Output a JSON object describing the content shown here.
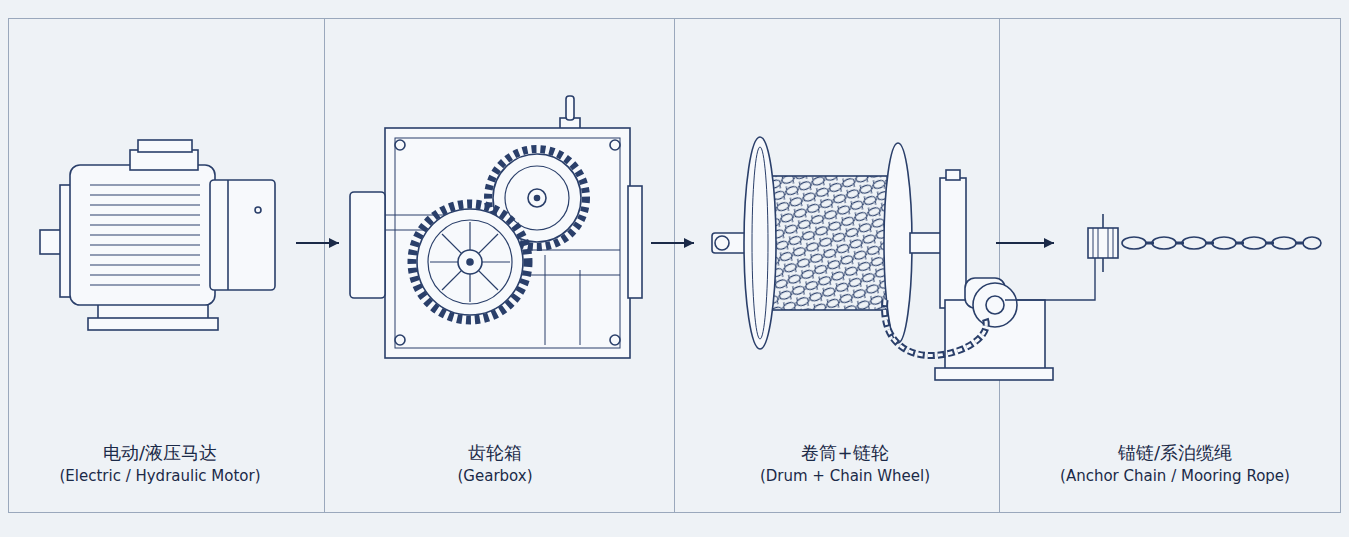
{
  "diagram": {
    "nodes": [
      {
        "text": [
          "电动/液压马达",
          "(Electric / Hydraulic Motor)"
        ]
      },
      {
        "text": [
          "齿轮箱",
          "(Gearbox)"
        ]
      },
      {
        "text": [
          "卷筒+链轮",
          "(Drum + Chain Wheel)"
        ]
      },
      {
        "text": [
          "锚链/系泊缆绳",
          "(Anchor Chain / Mooring Rope)"
        ]
      }
    ],
    "edges": [
      {
        "from": 0,
        "to": 1,
        "arrow": "to"
      },
      {
        "from": 1,
        "to": 2,
        "arrow": "to"
      },
      {
        "from": 2,
        "to": 3,
        "arrow": "to"
      }
    ]
  }
}
